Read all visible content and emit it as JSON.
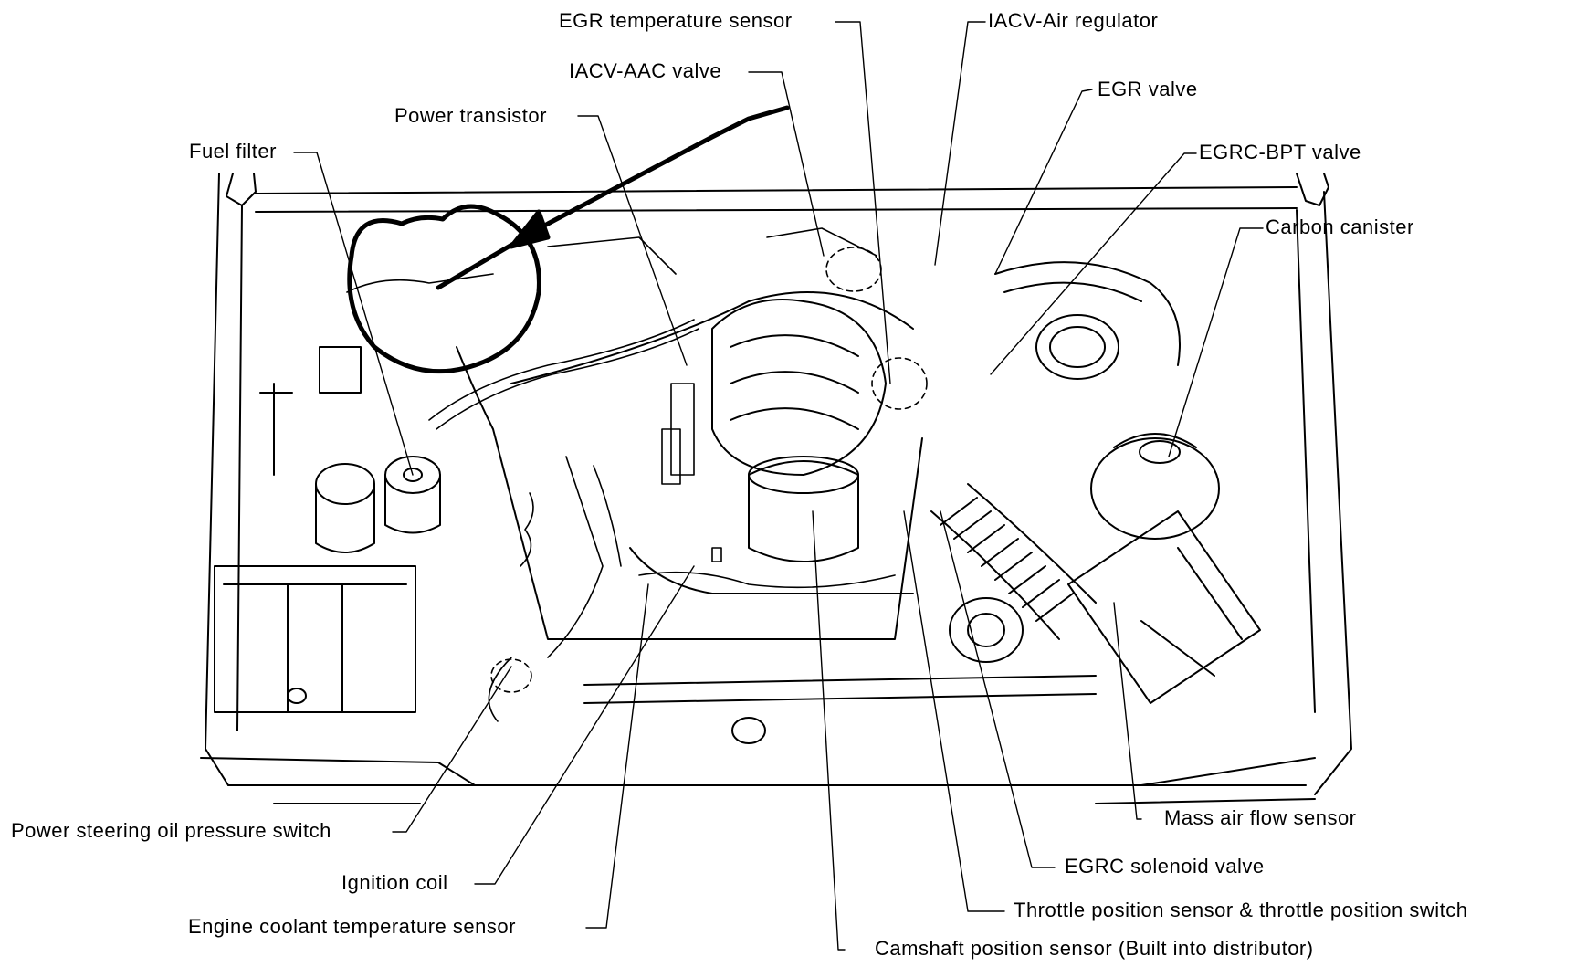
{
  "diagram": {
    "subject": "Engine compartment component location",
    "annotation": "hand-drawn circle with arrow highlighting component near fuel filter",
    "labels": {
      "egr_temperature_sensor": "EGR temperature sensor",
      "iacv_air_regulator": "IACV-Air regulator",
      "iacv_aac_valve": "IACV-AAC valve",
      "egr_valve": "EGR valve",
      "power_transistor": "Power transistor",
      "egrc_bpt_valve": "EGRC-BPT valve",
      "fuel_filter": "Fuel filter",
      "carbon_canister": "Carbon canister",
      "power_steering_switch": "Power steering oil pressure switch",
      "mass_air_flow_sensor": "Mass air flow sensor",
      "ignition_coil": "Ignition coil",
      "egrc_solenoid_valve": "EGRC solenoid valve",
      "engine_coolant_temp_sensor": "Engine coolant temperature sensor",
      "throttle_position_sensor": "Throttle position sensor &  throttle position switch",
      "camshaft_position_sensor": "Camshaft position sensor  (Built into distributor)"
    }
  }
}
